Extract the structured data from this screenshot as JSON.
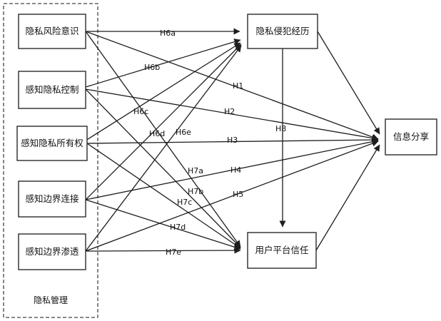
{
  "group": {
    "label": "隐私管理"
  },
  "nodes": {
    "risk": "隐私风险意识",
    "control": "感知隐私控制",
    "ownership": "感知隐私所有权",
    "linkage": "感知边界连接",
    "permeation": "感知边界渗透",
    "violation": "隐私侵犯经历",
    "trust": "用户平台信任",
    "sharing": "信息分享"
  },
  "edges": [
    {
      "id": "H6a",
      "from": "risk",
      "to": "violation",
      "label": "H6a"
    },
    {
      "id": "H6b",
      "from": "control",
      "to": "violation",
      "label": "H6b"
    },
    {
      "id": "H6c",
      "from": "ownership",
      "to": "violation",
      "label": "H6c"
    },
    {
      "id": "H6d",
      "from": "linkage",
      "to": "violation",
      "label": "H6d"
    },
    {
      "id": "H6e",
      "from": "permeation",
      "to": "violation",
      "label": "H6e"
    },
    {
      "id": "H1",
      "from": "risk",
      "to": "sharing",
      "label": "H1"
    },
    {
      "id": "H2",
      "from": "control",
      "to": "sharing",
      "label": "H2"
    },
    {
      "id": "H3",
      "from": "ownership",
      "to": "sharing",
      "label": "H3"
    },
    {
      "id": "H4",
      "from": "linkage",
      "to": "sharing",
      "label": "H4"
    },
    {
      "id": "H5",
      "from": "permeation",
      "to": "sharing",
      "label": "H5"
    },
    {
      "id": "H7a",
      "from": "risk",
      "to": "trust",
      "label": "H7a"
    },
    {
      "id": "H7b",
      "from": "control",
      "to": "trust",
      "label": "H7b"
    },
    {
      "id": "H7c",
      "from": "ownership",
      "to": "trust",
      "label": "H7c"
    },
    {
      "id": "H7d",
      "from": "linkage",
      "to": "trust",
      "label": "H7d"
    },
    {
      "id": "H7e",
      "from": "permeation",
      "to": "trust",
      "label": "H7e"
    },
    {
      "id": "H8",
      "from": "violation",
      "to": "trust",
      "label": "H8"
    },
    {
      "id": "violation-sharing",
      "from": "violation",
      "to": "sharing",
      "label": ""
    },
    {
      "id": "trust-sharing",
      "from": "trust",
      "to": "sharing",
      "label": ""
    }
  ]
}
